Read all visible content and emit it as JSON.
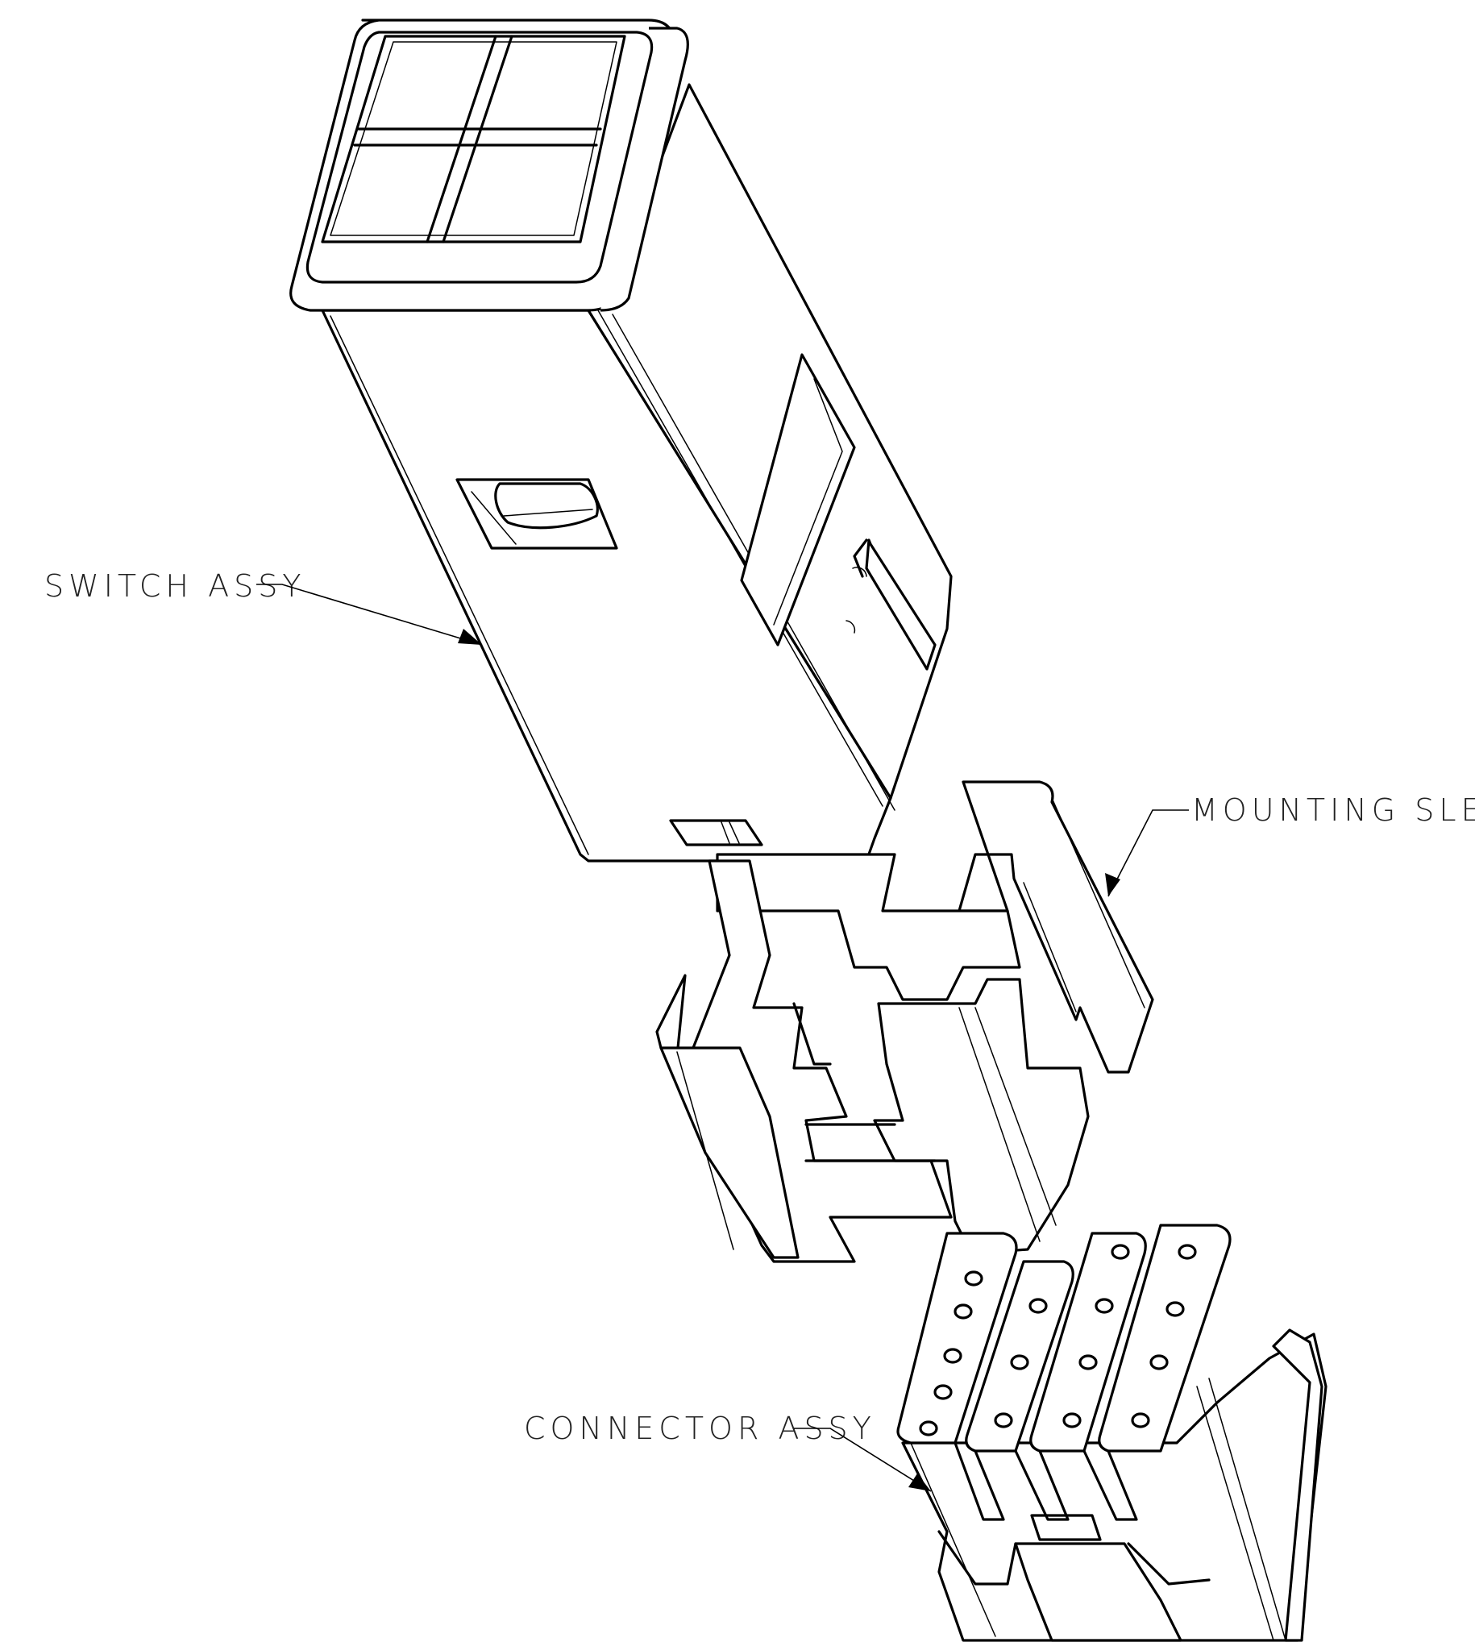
{
  "diagram": {
    "callouts": [
      {
        "id": "switch-assy",
        "text": "SWITCH ASSY"
      },
      {
        "id": "mounting-sleeve",
        "text": "MOUNTING SLEEVE"
      },
      {
        "id": "connector-assy",
        "text": "CONNECTOR ASSY"
      }
    ],
    "colors": {
      "line": "#000000",
      "background": "#ffffff"
    }
  }
}
